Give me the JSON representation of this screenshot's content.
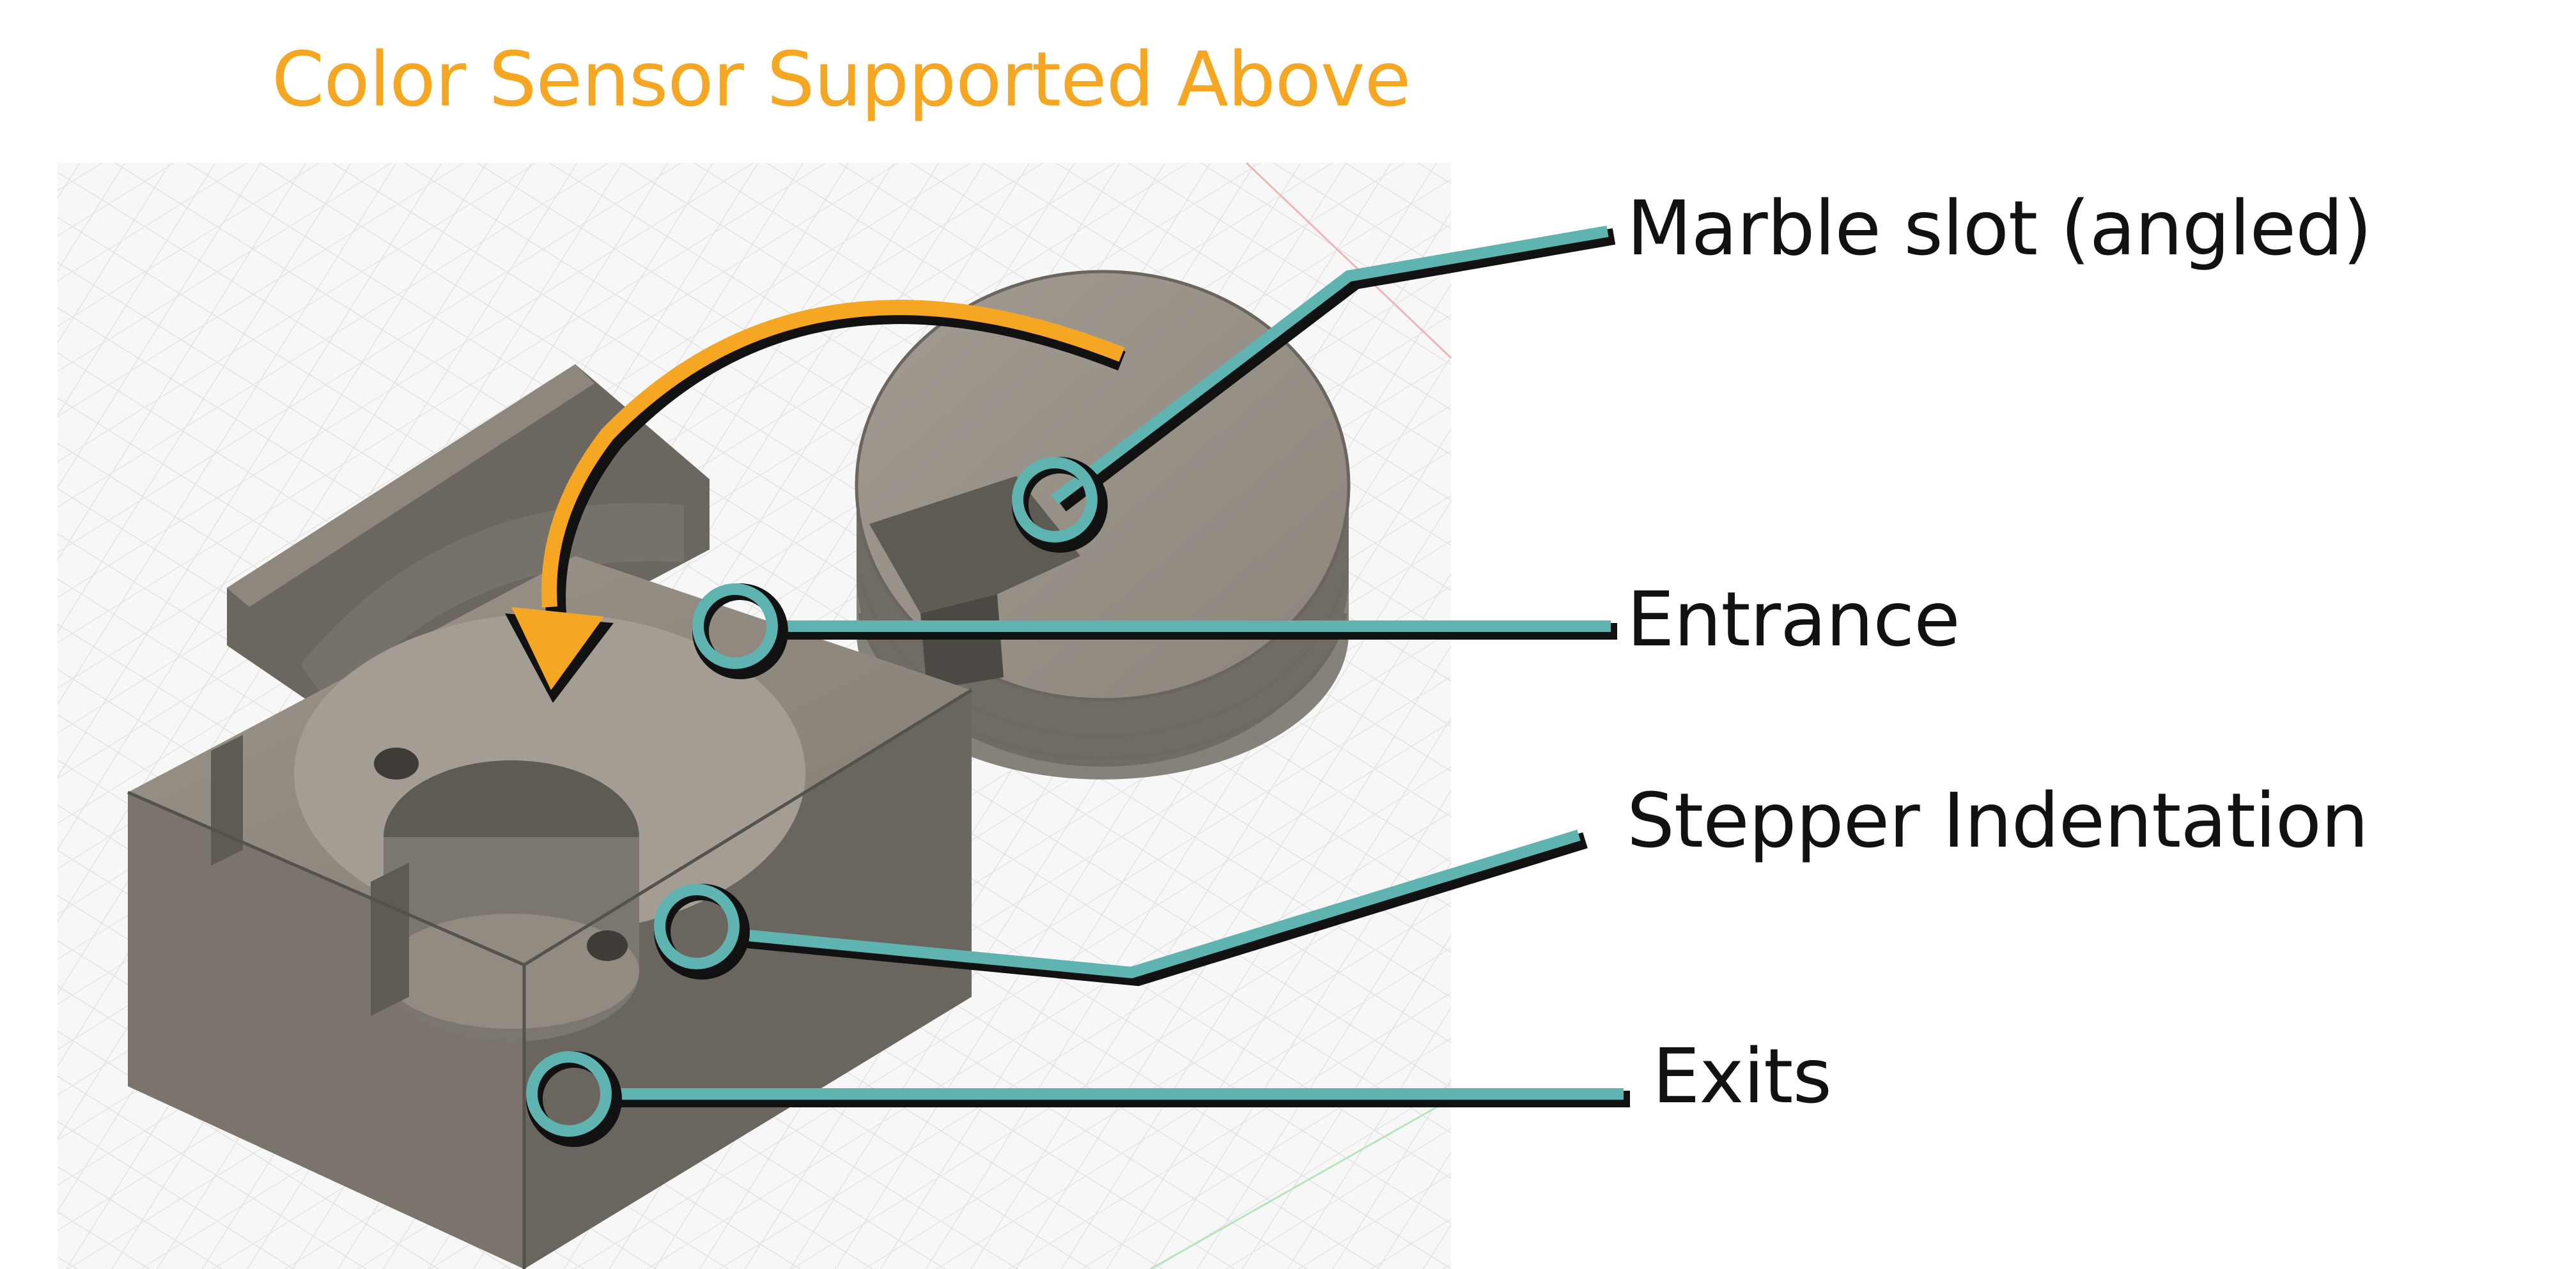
{
  "title": "Color Sensor Supported Above",
  "callouts": [
    {
      "id": "marble-slot",
      "label": "Marble slot (angled)"
    },
    {
      "id": "entrance",
      "label": "Entrance"
    },
    {
      "id": "stepper-indentation",
      "label": "Stepper Indentation"
    },
    {
      "id": "exits",
      "label": "Exits"
    }
  ],
  "colors": {
    "title": "#F5A623",
    "arrow": "#F5A623",
    "callout": "#5FB3B0",
    "callout_shadow": "#111111",
    "part": "#8C857B"
  }
}
